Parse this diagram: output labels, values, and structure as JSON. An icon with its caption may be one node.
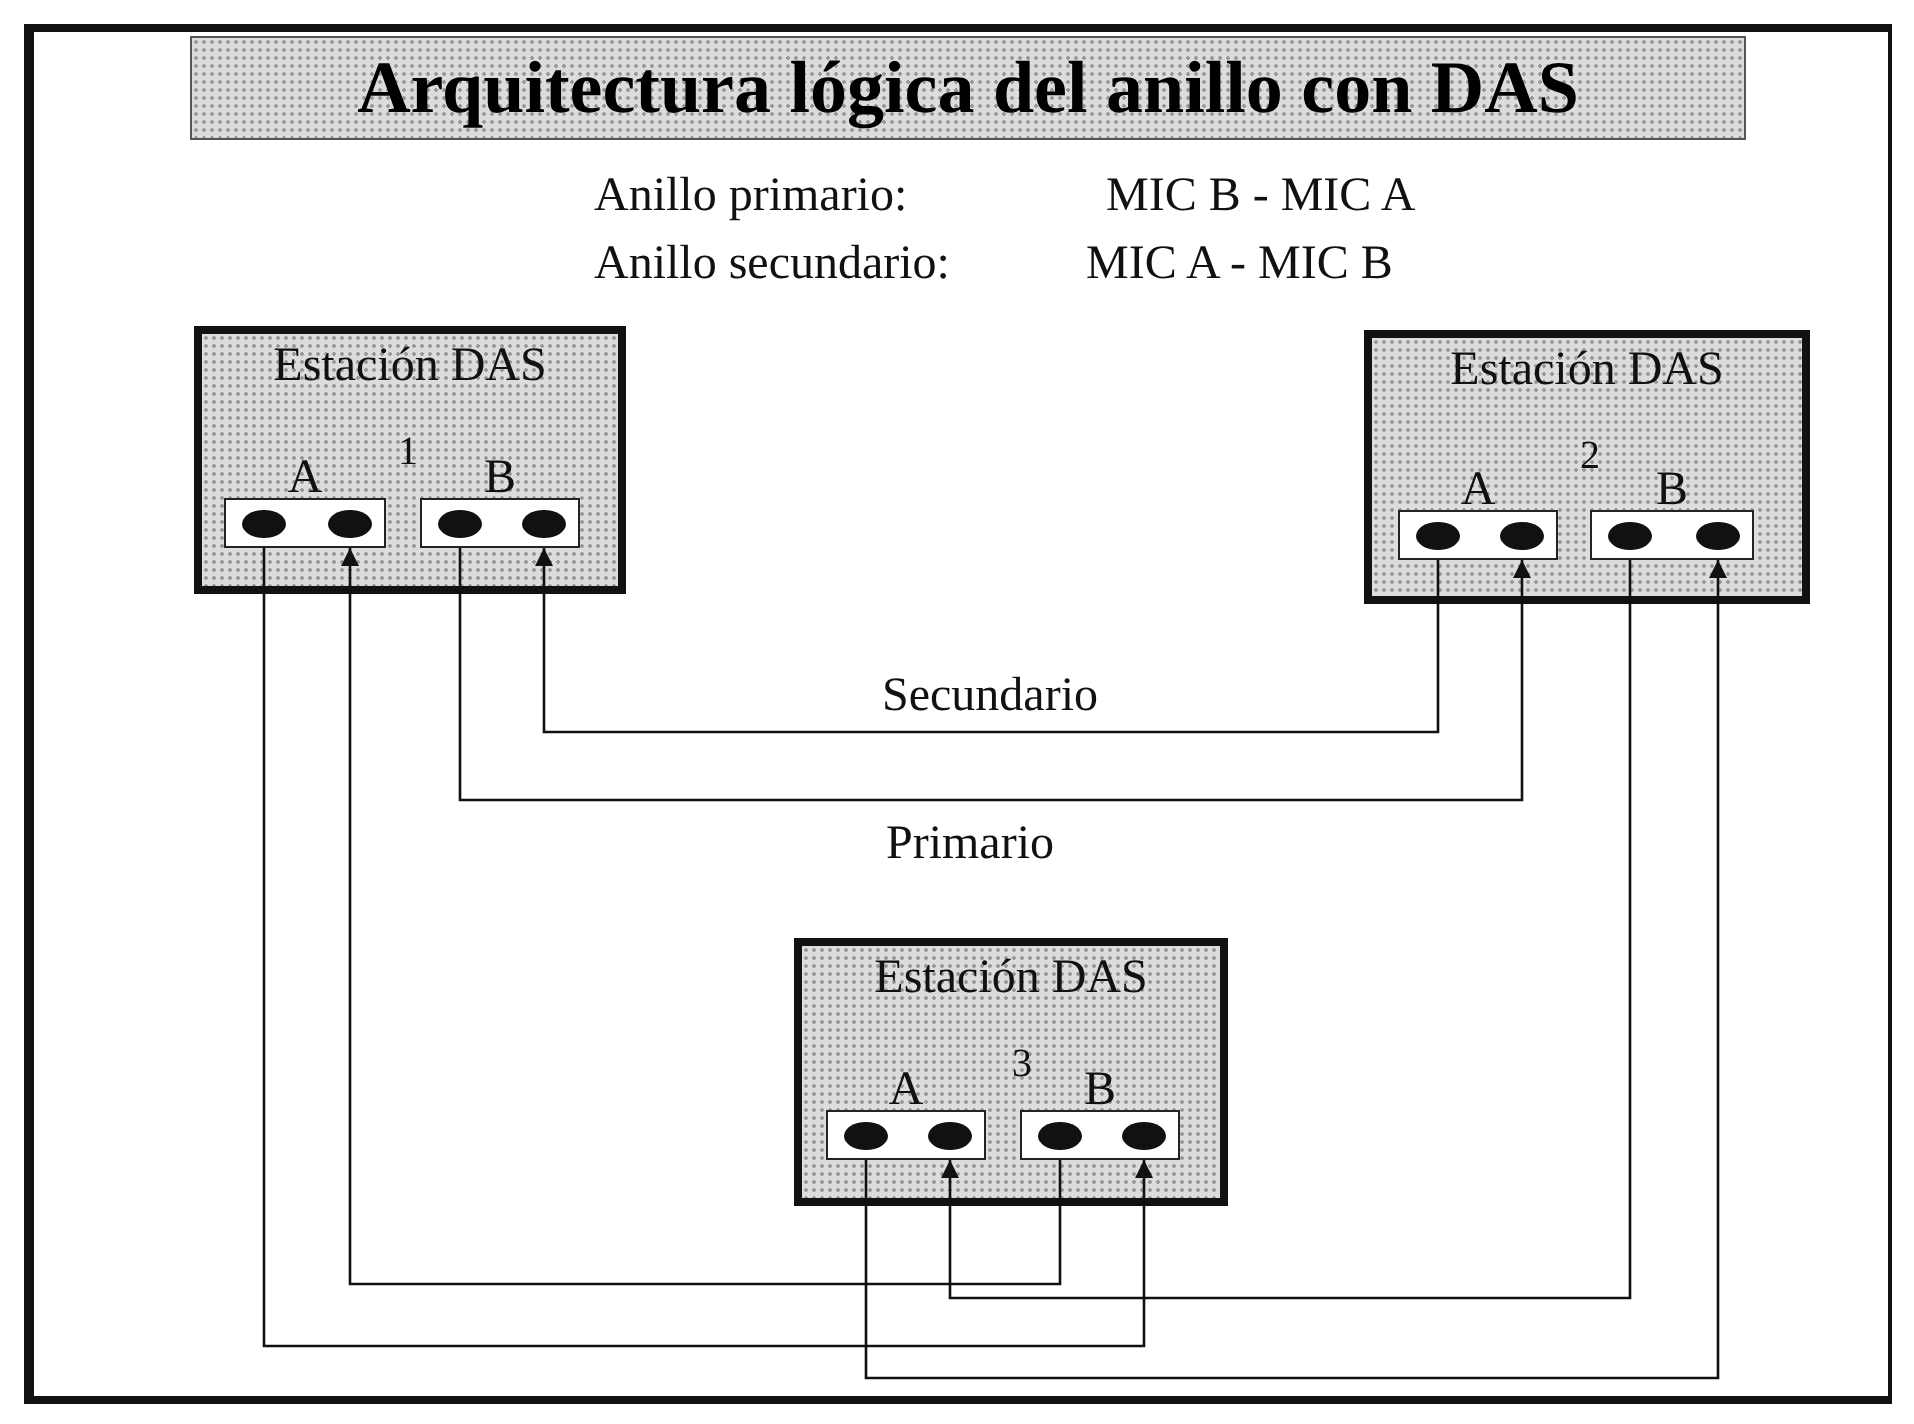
{
  "diagram": {
    "title": "Arquitectura lógica del anillo con DAS",
    "nodes": [
      {
        "text": [
          "Estación DAS",
          "1"
        ]
      },
      {
        "text": [
          "A"
        ],
        "in": 0
      },
      {
        "text": [
          "B"
        ],
        "in": 0
      },
      {
        "text": [
          "Estación DAS",
          "2"
        ]
      },
      {
        "text": [
          "A"
        ],
        "in": 3
      },
      {
        "text": [
          "B"
        ],
        "in": 3
      },
      {
        "text": [
          "Estación DAS",
          "3"
        ]
      },
      {
        "text": [
          "A"
        ],
        "in": 6
      },
      {
        "text": [
          "B"
        ],
        "in": 6
      }
    ],
    "edges": [
      {
        "from": 4,
        "to": 2,
        "arrow": "to",
        "label": "Secundario"
      },
      {
        "from": 2,
        "to": 4,
        "arrow": "to",
        "label": "Primario"
      },
      {
        "from": 8,
        "to": 1,
        "arrow": "to"
      },
      {
        "from": 5,
        "to": 7,
        "arrow": "to"
      },
      {
        "from": 1,
        "to": 8,
        "arrow": "to"
      },
      {
        "from": 7,
        "to": 5,
        "arrow": "to"
      }
    ],
    "labels": [
      "Anillo primario:",
      "MIC B - MIC A",
      "Anillo secundario:",
      "MIC A - MIC B"
    ]
  }
}
